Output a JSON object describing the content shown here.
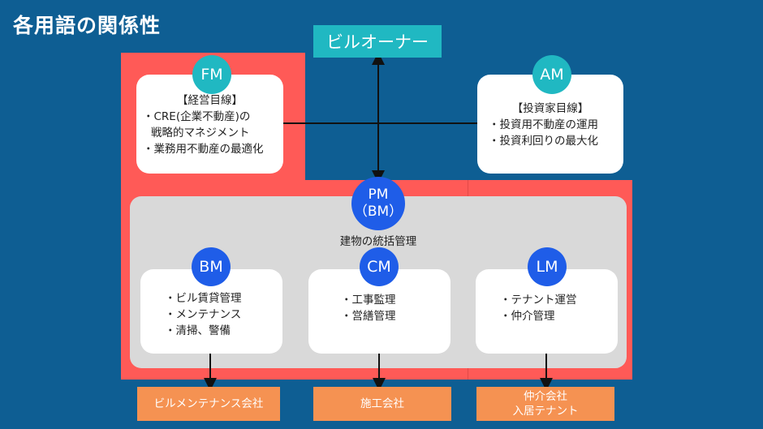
{
  "title": "各用語の関係性",
  "owner": "ビルオーナー",
  "fm": {
    "label": "FM",
    "heading": "【経営目線】",
    "lines": [
      "・CRE(企業不動産)の",
      "戦略的マネジメント",
      "・業務用不動産の最適化"
    ]
  },
  "am": {
    "label": "AM",
    "heading": "【投資家目線】",
    "lines": [
      "・投資用不動産の運用",
      "・投資利回りの最大化"
    ]
  },
  "pm": {
    "label_line1": "PM",
    "label_line2": "（BM）",
    "caption": "建物の統括管理"
  },
  "bm": {
    "label": "BM",
    "lines": [
      "・ビル賃貸管理",
      "・メンテナンス",
      "・清掃、警備"
    ]
  },
  "cm": {
    "label": "CM",
    "lines": [
      "・工事監理",
      "・営繕管理"
    ]
  },
  "lm": {
    "label": "LM",
    "lines": [
      "・テナント運営",
      "・仲介管理"
    ]
  },
  "outputs": {
    "bm": [
      "ビルメンテナンス会社"
    ],
    "cm": [
      "施工会社"
    ],
    "lm": [
      "仲介会社",
      "入居テナント"
    ]
  },
  "colors": {
    "background": "#0e5e93",
    "red_area": "#ff5a57",
    "teal": "#20b8c2",
    "blue": "#1f5de8",
    "orange": "#f59252",
    "gray": "#d9d9d9"
  }
}
